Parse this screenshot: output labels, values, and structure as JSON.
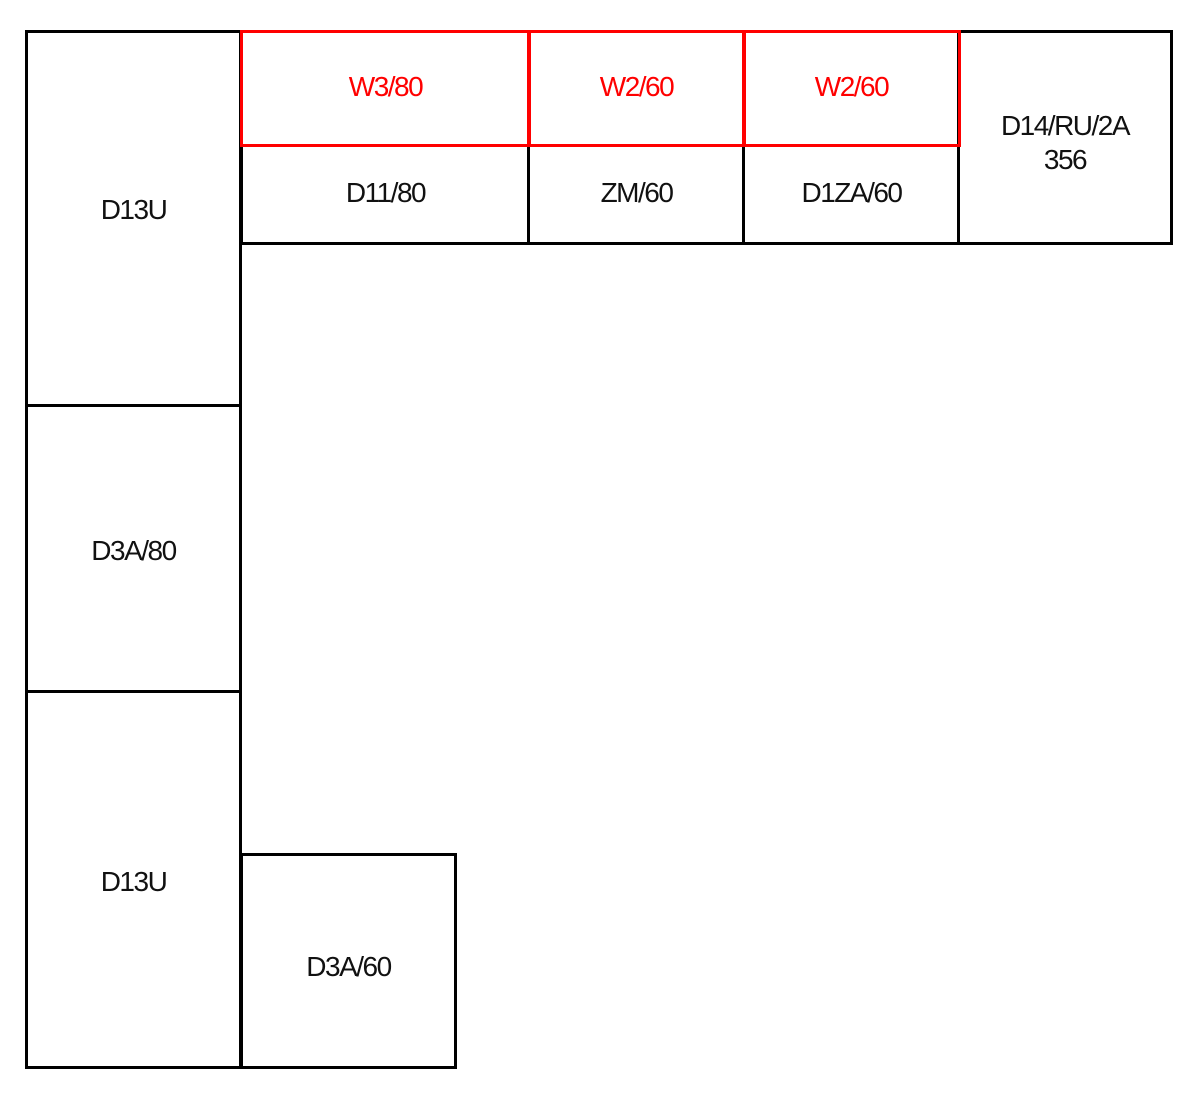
{
  "colors": {
    "base_outline": "#000000",
    "wall_outline": "#ff0000",
    "base_text": "#111111",
    "wall_text": "#ff0000"
  },
  "base_units": {
    "left_top": "D13U",
    "left_middle": "D3A/80",
    "left_bottom": "D13U",
    "corner_bottom": "D3A/60",
    "top_1": "D11/80",
    "top_2": "ZM/60",
    "top_3": "D1ZA/60",
    "top_corner_line1": "D14/RU/2A",
    "top_corner_line2": "356"
  },
  "wall_units": {
    "w1": "W3/80",
    "w2": "W2/60",
    "w3": "W2/60"
  }
}
